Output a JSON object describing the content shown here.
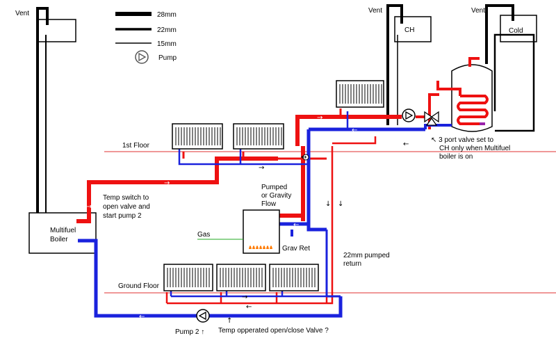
{
  "legend": {
    "pipe_28": "28mm",
    "pipe_22": "22mm",
    "pipe_15": "15mm",
    "pump": "Pump"
  },
  "vents": {
    "left": "Vent",
    "ch": "Vent",
    "cold": "Vent"
  },
  "tanks": {
    "ch": "CH",
    "cold": "Cold"
  },
  "floors": {
    "first": "1st Floor",
    "ground": "Ground Floor"
  },
  "multifuel_boiler": [
    "Multifuel",
    "Boiler"
  ],
  "temp_switch": [
    "Temp switch to",
    "open valve and",
    "start pump 2"
  ],
  "three_port_valve": [
    "↖ 3 port valve set to",
    "CH only when Multifuel",
    "boiler is on"
  ],
  "pumped_flow": [
    "Pumped",
    "or Gravity",
    "Flow"
  ],
  "gas": "Gas",
  "grav_ret": "Grav Ret",
  "return_22mm": [
    "22mm pumped",
    "return"
  ],
  "pump2": "Pump 2 ↑",
  "temp_valve": "↑",
  "temp_valve_text": "Temp opperated open/close Valve ?",
  "flow_arrows": {
    "right": "→",
    "left": "←",
    "down": "↓",
    "both": "↔"
  },
  "colors": {
    "flow": "#ee1111",
    "return": "#1a22dd",
    "floor_line": "#e03030",
    "gas_line": "#22aa22",
    "coil": "#9922aa",
    "flame": "#ff7a00"
  }
}
